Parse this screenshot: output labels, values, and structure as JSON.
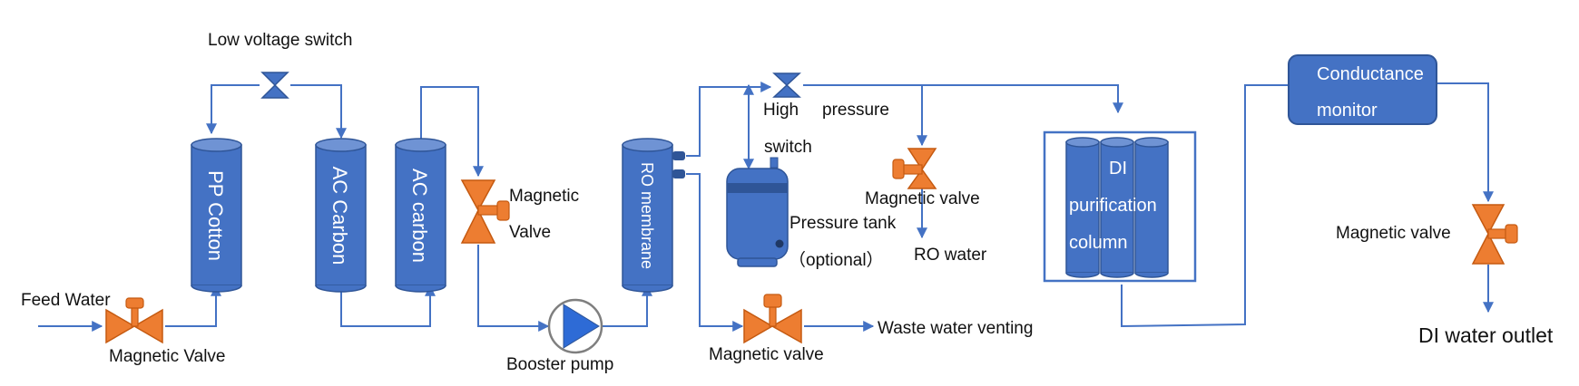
{
  "colors": {
    "pipe": "#4472c4",
    "vessel_fill": "#4472c4",
    "vessel_stroke": "#2f5597",
    "valve": "#ed7d31",
    "valve_stroke": "#c55a11"
  },
  "labels": {
    "low_voltage_switch": "Low voltage switch",
    "feed_water": "Feed Water",
    "magnetic_valve_feed": "Magnetic Valve",
    "magnetic_2_line1": "Magnetic",
    "magnetic_2_line2": "Valve",
    "booster_pump": "Booster pump",
    "high_pressure_line1_a": "High",
    "high_pressure_line1_b": "pressure",
    "high_pressure_line2": "switch",
    "pressure_tank_line1": "Pressure tank",
    "pressure_tank_line2": "（optional）",
    "magnetic_valve_ro": "Magnetic valve",
    "ro_water": "RO water",
    "magnetic_valve_waste": "Magnetic valve",
    "waste_water": "Waste water venting",
    "magnetic_valve_di": "Magnetic valve",
    "di_water_outlet": "DI water outlet"
  },
  "vessels": {
    "pp_cotton": "PP Cotton",
    "ac_carbon_1": "AC Carbon",
    "ac_carbon_2": "AC carbon",
    "ro_membrane": "RO membrane"
  },
  "di_column": {
    "line1": "DI",
    "line2": "purification",
    "line3": "column"
  },
  "conductance": {
    "line1": "Conductance",
    "line2": "monitor"
  },
  "icons": {
    "valve": "solenoid-valve-icon",
    "switch": "bowtie-switch-icon",
    "pump": "centrifugal-pump-icon",
    "tank": "pressure-tank-icon"
  }
}
